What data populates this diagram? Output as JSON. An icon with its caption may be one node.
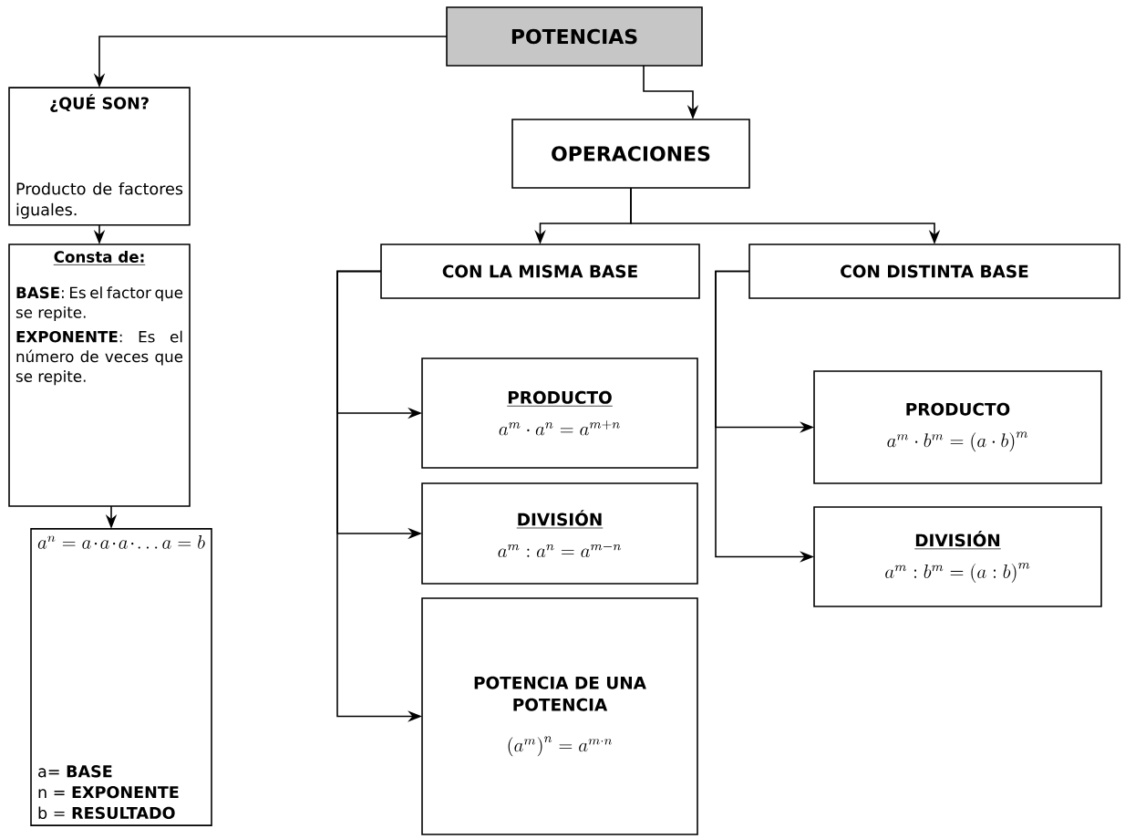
{
  "diagram": {
    "nodes": [
      {
        "text": [
          "POTENCIAS"
        ]
      },
      {
        "text": [
          "¿QUÉ SON?",
          "Producto de factores iguales."
        ]
      },
      {
        "text": [
          "OPERACIONES"
        ]
      },
      {
        "text": [
          "Consta de:",
          "**BASE**: Es el factor que se repite.",
          "**EXPONENTE**: Es el número de veces que se repite."
        ]
      },
      {
        "text": [
          "a^{n}=a\\cdot a\\cdot a\\cdot \\ldots a=b",
          "a= **BASE**",
          "n = **EXPONENTE**",
          "b = **RESULTADO**"
        ]
      },
      {
        "text": [
          "CON LA MISMA BASE"
        ]
      },
      {
        "text": [
          "CON DISTINTA BASE"
        ]
      },
      {
        "text": [
          "PRODUCTO",
          "a^{m}\\cdot a^{n}=a^{m+n}"
        ]
      },
      {
        "text": [
          "DIVISIÓN",
          "a^{m}:a^{n}=a^{m-n}"
        ]
      },
      {
        "text": [
          "POTENCIA DE UNA POTENCIA",
          "\\left(a^{m}\\right)^{n}=a^{m\\cdot n}"
        ]
      },
      {
        "text": [
          "PRODUCTO",
          "a^{m}\\cdot b^{m}=\\left(a\\cdot b\\right)^{m}"
        ]
      },
      {
        "text": [
          "DIVISIÓN",
          "a^{m}:b^{m}=\\left(a:b\\right)^{m}"
        ]
      }
    ],
    "edges": [
      {
        "from": 0,
        "to": 1,
        "arrow": "to"
      },
      {
        "from": 0,
        "to": 2,
        "arrow": "to"
      },
      {
        "from": 1,
        "to": 3,
        "arrow": "to"
      },
      {
        "from": 3,
        "to": 4,
        "arrow": "to"
      },
      {
        "from": 2,
        "to": 5,
        "arrow": "to"
      },
      {
        "from": 2,
        "to": 6,
        "arrow": "to"
      },
      {
        "from": 5,
        "to": 7,
        "arrow": "to"
      },
      {
        "from": 5,
        "to": 8,
        "arrow": "to"
      },
      {
        "from": 5,
        "to": 9,
        "arrow": "to"
      },
      {
        "from": 6,
        "to": 10,
        "arrow": "to"
      },
      {
        "from": 6,
        "to": 11,
        "arrow": "to"
      }
    ]
  }
}
